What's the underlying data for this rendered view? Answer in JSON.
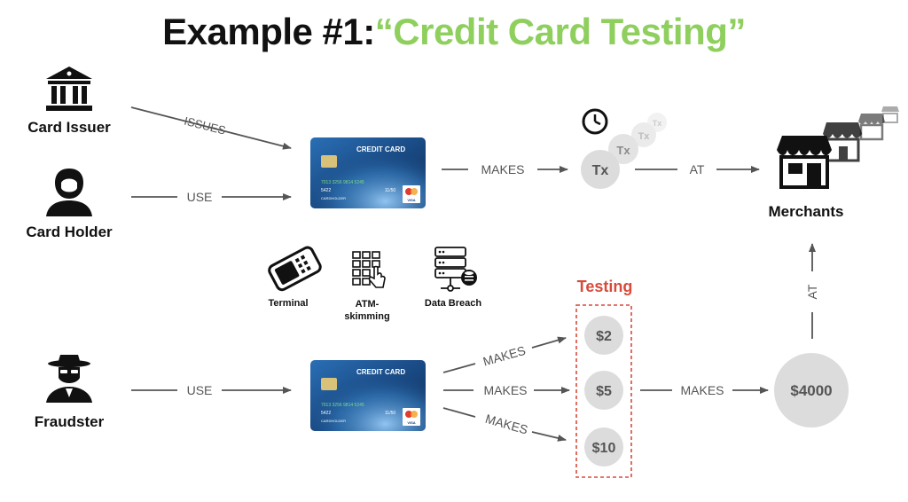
{
  "title": {
    "prefix": "Example #1:",
    "highlight": "“Credit Card Testing”"
  },
  "actors": {
    "card_issuer": "Card Issuer",
    "card_holder": "Card Holder",
    "fraudster": "Fraudster",
    "merchants": "Merchants"
  },
  "edges": {
    "issues": "ISSUES",
    "use_holder": "USE",
    "use_fraudster": "USE",
    "makes_top": "MAKES",
    "at_top": "AT",
    "makes_1": "MAKES",
    "makes_2": "MAKES",
    "makes_3": "MAKES",
    "makes_final": "MAKES",
    "at_vertical": "AT"
  },
  "card": {
    "label": "CREDIT CARD",
    "number": "7013 3256 9814 5245",
    "code": "5422",
    "expiry": "11/50",
    "holder": "CARDHOLDER",
    "brand": "VISA"
  },
  "transactions": {
    "tx": "Tx"
  },
  "compromise_methods": [
    {
      "label": "Terminal",
      "icon": "card-terminal-icon"
    },
    {
      "label": "ATM-\nskimming",
      "label_line1": "ATM-",
      "label_line2": "skimming",
      "icon": "atm-keypad-icon"
    },
    {
      "label": "Data Breach",
      "icon": "database-server-icon"
    }
  ],
  "testing": {
    "label": "Testing",
    "amounts": [
      "$2",
      "$5",
      "$10"
    ]
  },
  "big_purchase": "$4000",
  "colors": {
    "accent_green": "#8fcf5e",
    "testing_red": "#d64b3b",
    "card_blue": "#1f4f8a",
    "circle_grey": "#dcdcdc"
  }
}
